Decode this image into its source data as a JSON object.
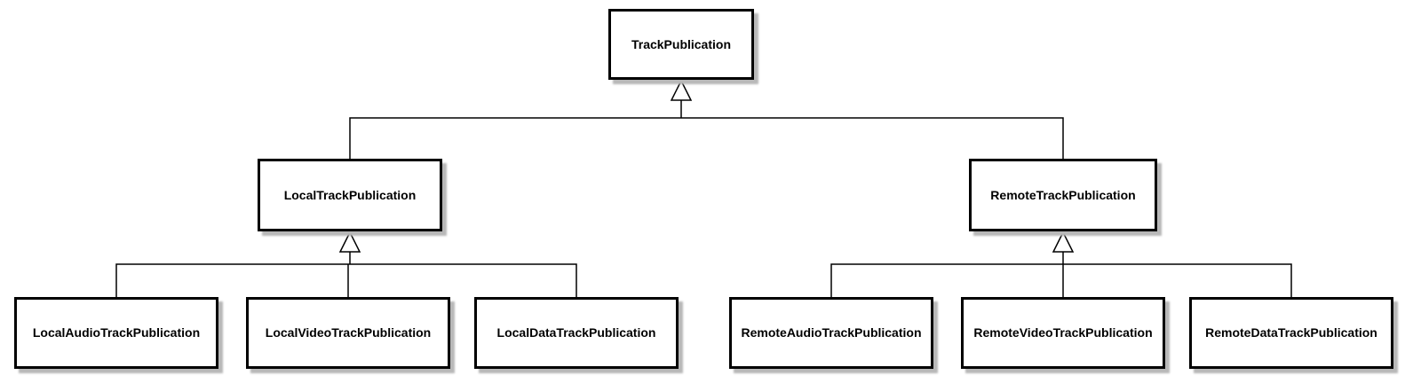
{
  "colors": {
    "background": "#ffffff",
    "box_fill": "#ffffff",
    "box_border": "#000000",
    "connector_line": "#000000",
    "shadow": "#b8b8b8",
    "text": "#000000"
  },
  "nodes": {
    "root": {
      "label": "TrackPublication"
    },
    "local": {
      "label": "LocalTrackPublication"
    },
    "remote": {
      "label": "RemoteTrackPublication"
    },
    "local_audio": {
      "label": "LocalAudioTrackPublication"
    },
    "local_video": {
      "label": "LocalVideoTrackPublication"
    },
    "local_data": {
      "label": "LocalDataTrackPublication"
    },
    "remote_audio": {
      "label": "RemoteAudioTrackPublication"
    },
    "remote_video": {
      "label": "RemoteVideoTrackPublication"
    },
    "remote_data": {
      "label": "RemoteDataTrackPublication"
    }
  }
}
